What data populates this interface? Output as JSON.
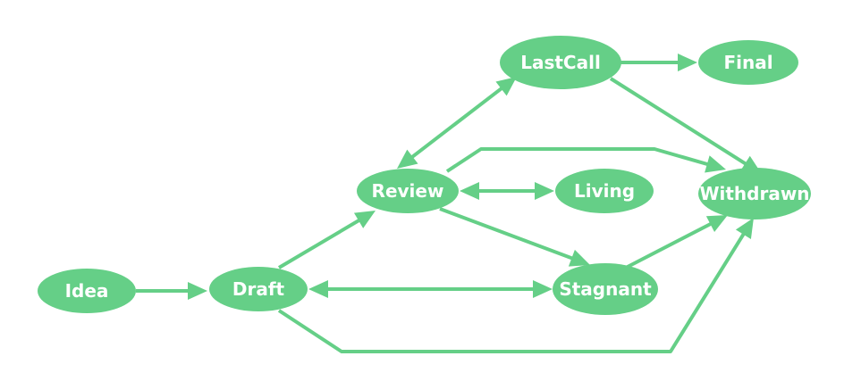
{
  "diagram": {
    "colors": {
      "node_fill": "#65cf87",
      "edge": "#65cf87",
      "label": "#ffffff",
      "background": "#ffffff"
    },
    "nodes": [
      {
        "id": "idea",
        "label": "Idea"
      },
      {
        "id": "draft",
        "label": "Draft"
      },
      {
        "id": "review",
        "label": "Review"
      },
      {
        "id": "lastcall",
        "label": "LastCall"
      },
      {
        "id": "final",
        "label": "Final"
      },
      {
        "id": "living",
        "label": "Living"
      },
      {
        "id": "stagnant",
        "label": "Stagnant"
      },
      {
        "id": "withdrawn",
        "label": "Withdrawn"
      }
    ],
    "edges": [
      {
        "from": "idea",
        "to": "draft",
        "bidirectional": false
      },
      {
        "from": "draft",
        "to": "review",
        "bidirectional": false
      },
      {
        "from": "draft",
        "to": "stagnant",
        "bidirectional": true
      },
      {
        "from": "draft",
        "to": "withdrawn",
        "bidirectional": false
      },
      {
        "from": "review",
        "to": "lastcall",
        "bidirectional": true
      },
      {
        "from": "review",
        "to": "living",
        "bidirectional": true
      },
      {
        "from": "review",
        "to": "stagnant",
        "bidirectional": false
      },
      {
        "from": "review",
        "to": "withdrawn",
        "bidirectional": false
      },
      {
        "from": "lastcall",
        "to": "final",
        "bidirectional": false
      },
      {
        "from": "lastcall",
        "to": "withdrawn",
        "bidirectional": false
      },
      {
        "from": "stagnant",
        "to": "withdrawn",
        "bidirectional": false
      }
    ]
  }
}
